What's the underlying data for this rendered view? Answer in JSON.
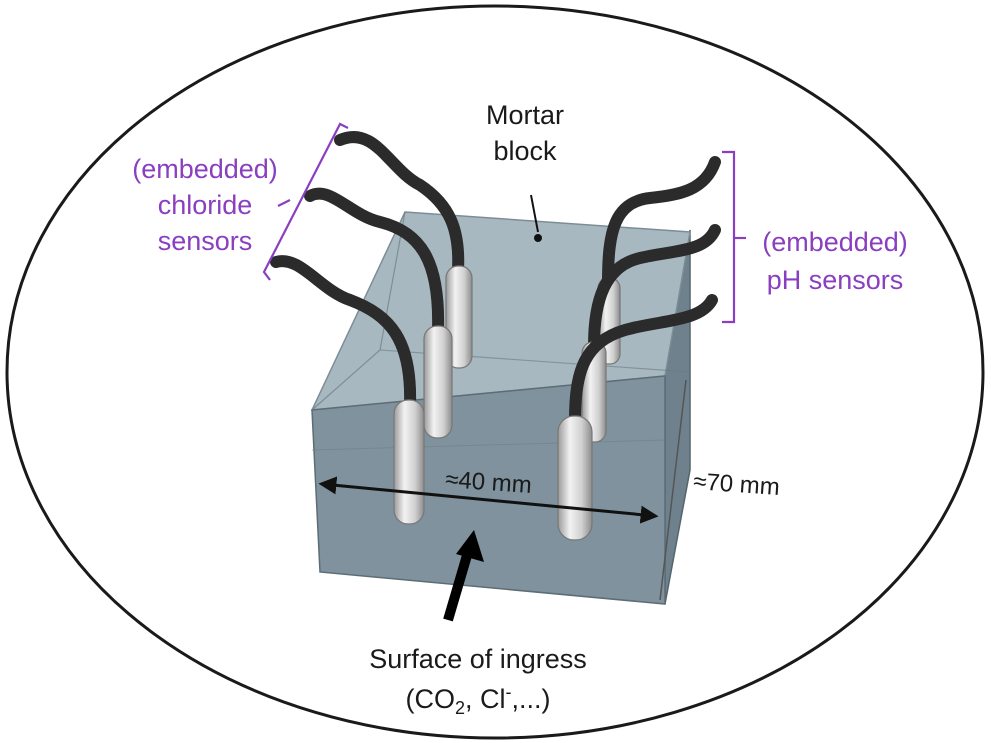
{
  "labels": {
    "mortar_line1": "Mortar",
    "mortar_line2": "block",
    "chloride_line1": "(embedded)",
    "chloride_line2": "chloride",
    "chloride_line3": "sensors",
    "ph_line1": "(embedded)",
    "ph_line2": "pH sensors",
    "width_dim": "≈40 mm",
    "depth_dim": "≈70 mm",
    "surface_line1": "Surface of ingress",
    "surface_line2_prefix": "(CO",
    "surface_line2_sub": "2",
    "surface_line2_mid": ", Cl",
    "surface_line2_sup": "-",
    "surface_line2_suffix": ",...)"
  },
  "colors": {
    "block_front": "#7f939e",
    "block_side": "#6f838e",
    "block_top": "#a9b9c2",
    "label_purple": "#8a3fc0",
    "cable": "#2b2b2b",
    "sensor_body": "#d8d8d8"
  }
}
